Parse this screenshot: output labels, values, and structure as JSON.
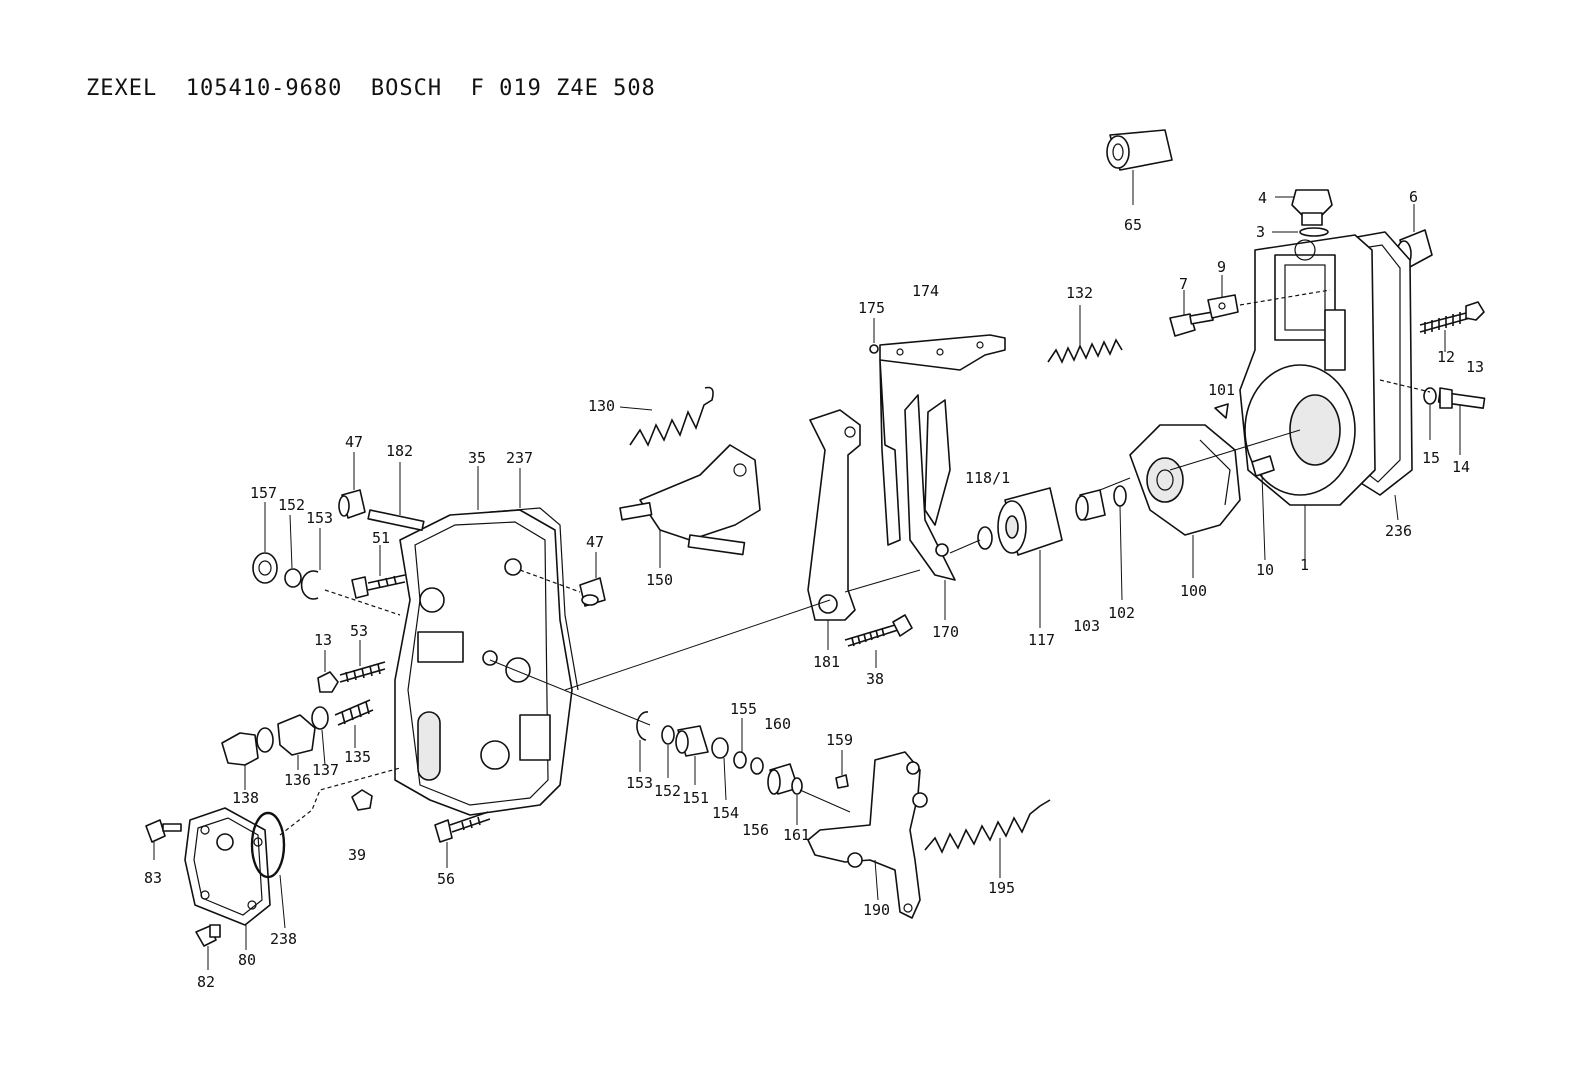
{
  "title": "ZEXEL  105410-9680  BOSCH  F 019 Z4E 508",
  "callouts": {
    "p65": "65",
    "p4": "4",
    "p3": "3",
    "p6": "6",
    "p7": "7",
    "p9": "9",
    "p12": "12",
    "p13a": "13",
    "p15": "15",
    "p14": "14",
    "p101": "101",
    "p10": "10",
    "p1": "1",
    "p236": "236",
    "p100": "100",
    "p102": "102",
    "p103": "103",
    "p117": "117",
    "p118": "118/1",
    "p170": "170",
    "p132": "132",
    "p174": "174",
    "p175": "175",
    "p181": "181",
    "p38": "38",
    "p130": "130",
    "p150": "150",
    "p47a": "47",
    "p182": "182",
    "p35": "35",
    "p237": "237",
    "p47b": "47",
    "p157": "157",
    "p152a": "152",
    "p153a": "153",
    "p51": "51",
    "p13b": "13",
    "p53": "53",
    "p138": "138",
    "p136": "136",
    "p137": "137",
    "p135": "135",
    "p39": "39",
    "p56": "56",
    "p83": "83",
    "p82": "82",
    "p80": "80",
    "p238": "238",
    "p153b": "153",
    "p152b": "152",
    "p151": "151",
    "p154": "154",
    "p155": "155",
    "p156": "156",
    "p160": "160",
    "p159": "159",
    "p161": "161",
    "p190": "190",
    "p195": "195"
  }
}
